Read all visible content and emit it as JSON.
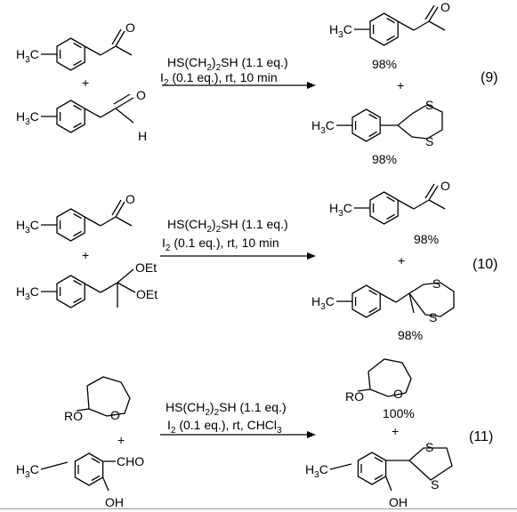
{
  "labels": {
    "h3c": "H3C",
    "h3c_base": "H",
    "h3c_sub": "3",
    "h3c_tail": "C",
    "plus": "+",
    "o": "O",
    "h": "H",
    "s": "S",
    "oet": "OEt",
    "ro": "RO",
    "oh": "OH",
    "cho": "CHO"
  },
  "reagent": {
    "line1_a": "HS(CH",
    "line1_sub": "2",
    "line1_b": ")",
    "line1_sub2": "2",
    "line1_c": "SH (1.1 eq.)"
  },
  "eq9": {
    "cond2_a": "I",
    "cond2_sub": "2",
    "cond2_b": " (0.1 eq.), rt, 10 min",
    "yield_top": "98%",
    "yield_bottom": "98%",
    "number": "(9)"
  },
  "eq10": {
    "cond2_a": "I",
    "cond2_sub": "2",
    "cond2_b": " (0.1 eq.), rt, 10 min",
    "yield_top": "98%",
    "yield_bottom": "98%",
    "number": "(10)"
  },
  "eq11": {
    "cond2_a": "I",
    "cond2_sub": "2",
    "cond2_b": " (0.1 eq.), rt, CHCl",
    "cond2_sub2": "3",
    "yield_top": "100%",
    "number": "(11)"
  }
}
